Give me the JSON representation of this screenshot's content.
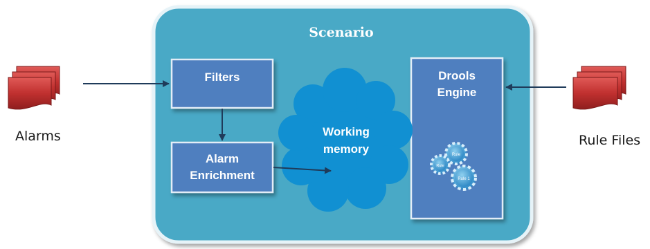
{
  "diagram": {
    "scenario_title": "Scenario",
    "inputs": {
      "left_label": "Alarms",
      "right_label": "Rule Files"
    },
    "boxes": {
      "filters": "Filters",
      "enrichment_line1": "Alarm",
      "enrichment_line2": "Enrichment",
      "drools_line1": "Drools",
      "drools_line2": "Engine"
    },
    "cloud": {
      "line1": "Working",
      "line2": "memory"
    },
    "gears": [
      "Rule",
      "Rule",
      "Rule 1"
    ]
  },
  "colors": {
    "panel_fill": "#4aa9c6",
    "panel_border": "#e6f3f8",
    "box_fill": "#4f7fbf",
    "cloud_fill": "#1190d2",
    "document_red": "#c0302f",
    "arrow": "#1f3b5a"
  },
  "icons": [
    "document-stack-icon",
    "gear-icon"
  ]
}
